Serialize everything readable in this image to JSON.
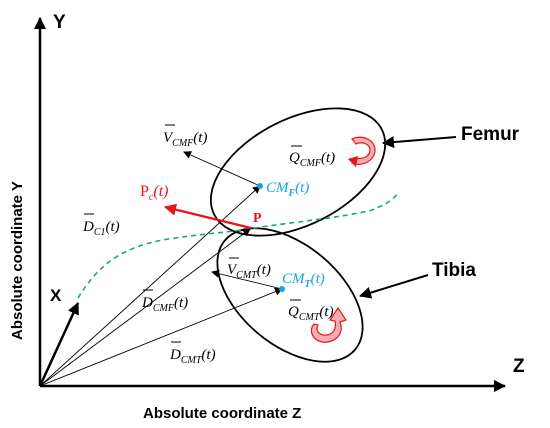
{
  "axes": {
    "y": "Y",
    "z": "Z",
    "x": "X",
    "y_title": "Absolute coordinate Y",
    "z_title": "Absolute coordinate  Z"
  },
  "bones": {
    "femur": "Femur",
    "tibia": "Tibia"
  },
  "point_p": "P",
  "labels": {
    "v_cmf": {
      "base": "V",
      "sub": "CMF",
      "tail": "(t)"
    },
    "q_cmf": {
      "base": "Q",
      "sub": "CMF",
      "tail": "(t)"
    },
    "cm_f": {
      "base": "CM",
      "sub": "F",
      "tail": "(t)"
    },
    "p_c": {
      "base": "P",
      "sub": "c",
      "tail": "(t)"
    },
    "d_c1": {
      "base": "D",
      "sub": "C1",
      "tail": "(t)"
    },
    "v_cmt": {
      "base": "V",
      "sub": "CMT",
      "tail": "(t)"
    },
    "cm_t": {
      "base": "CM",
      "sub": "T",
      "tail": "(t)"
    },
    "q_cmt": {
      "base": "Q",
      "sub": "CMT",
      "tail": "(t)"
    },
    "d_cmf": {
      "base": "D",
      "sub": "CMF",
      "tail": "(t)"
    },
    "d_cmt": {
      "base": "D",
      "sub": "CMT",
      "tail": "(t)"
    }
  },
  "colors": {
    "contact_red": "#e8141c",
    "center_blue": "#15a6e0",
    "path_green": "#1aa86a",
    "rotation_fill": "#f2b0b0"
  }
}
